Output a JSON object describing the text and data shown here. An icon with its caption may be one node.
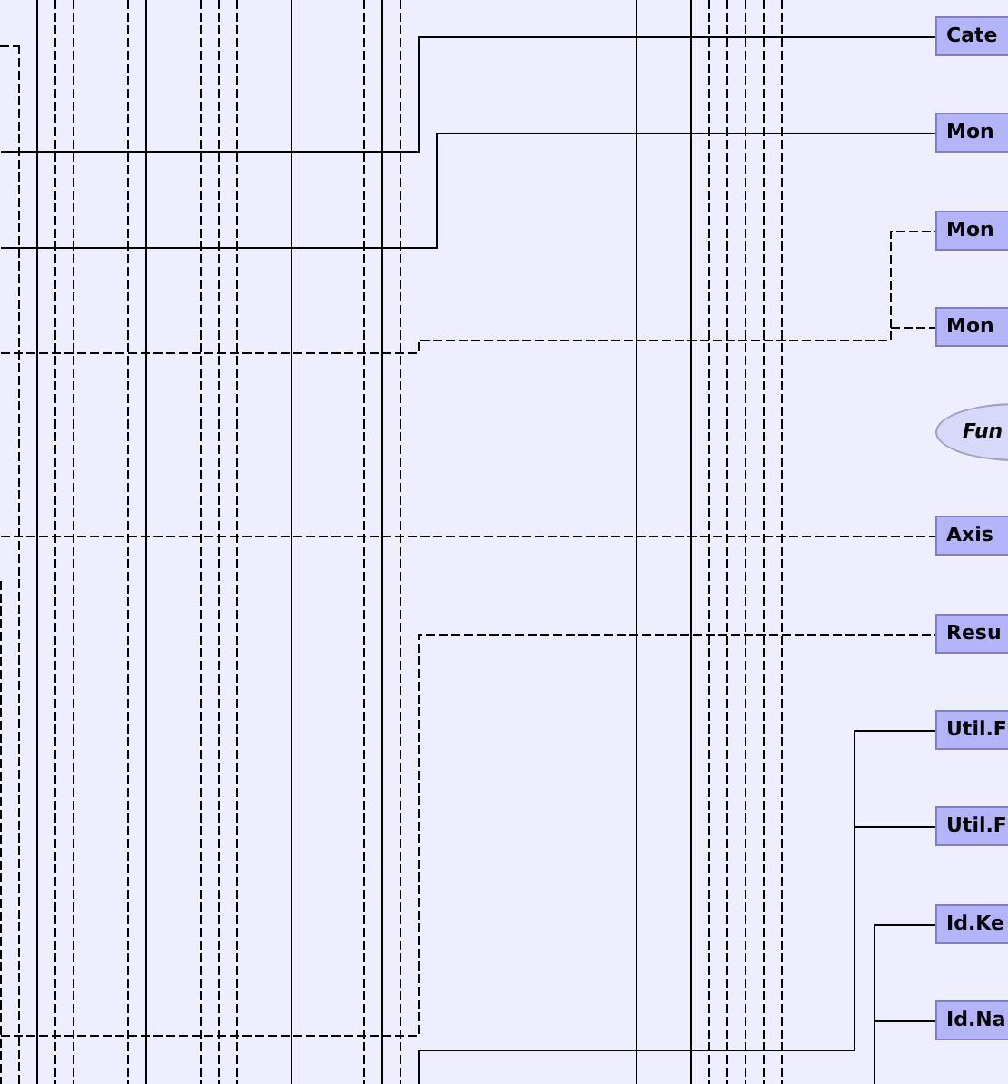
{
  "diagram": {
    "nodes": [
      {
        "text": [
          "Cate"
        ]
      },
      {
        "text": [
          "Mon"
        ]
      },
      {
        "text": [
          "Mon"
        ]
      },
      {
        "text": [
          "Mon"
        ]
      },
      {
        "text": [
          "Fun"
        ]
      },
      {
        "text": [
          "Axis"
        ]
      },
      {
        "text": [
          "Resu"
        ]
      },
      {
        "text": [
          "Util.F"
        ]
      },
      {
        "text": [
          "Util.F"
        ]
      },
      {
        "text": [
          "Id.Ke"
        ]
      },
      {
        "text": [
          "Id.Na"
        ]
      }
    ],
    "edges": [
      {
        "from": null,
        "to": 0,
        "arrow": "none"
      },
      {
        "from": null,
        "to": 1,
        "arrow": "none"
      },
      {
        "from": null,
        "to": 2,
        "arrow": "none",
        "style": "dashed"
      },
      {
        "from": null,
        "to": 3,
        "arrow": "none",
        "style": "dashed"
      },
      {
        "from": null,
        "to": 5,
        "arrow": "none",
        "style": "dashed"
      },
      {
        "from": null,
        "to": 6,
        "arrow": "none",
        "style": "dashed"
      },
      {
        "from": null,
        "to": 7,
        "arrow": "none"
      },
      {
        "from": null,
        "to": 8,
        "arrow": "none"
      },
      {
        "from": null,
        "to": 9,
        "arrow": "none"
      },
      {
        "from": null,
        "to": 10,
        "arrow": "none"
      }
    ]
  }
}
